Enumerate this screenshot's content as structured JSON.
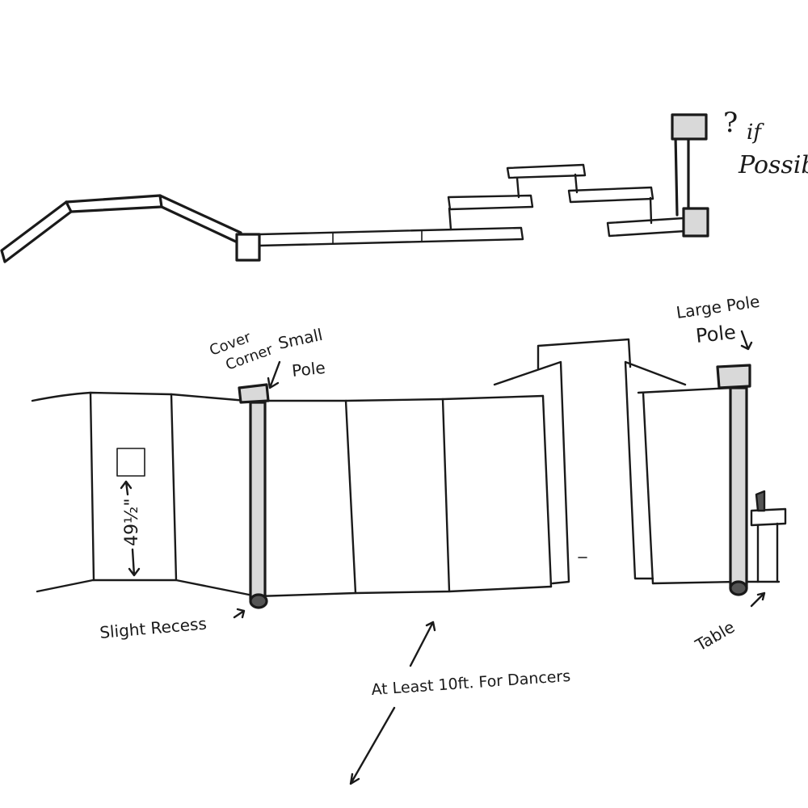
{
  "labels": {
    "if_possible_q": "?",
    "if_possible_if": "if",
    "if_possible_word": "Possible",
    "cover_corner_line1": "Cover",
    "cover_corner_line2": "Corner",
    "cover_corner_line3": "Small",
    "cover_corner_line4": "Pole",
    "large_pole_line1": "Large Pole",
    "large_pole_line2": "Pole",
    "height_measure": "49½\"",
    "slight_recess": "Slight Recess",
    "table": "Table",
    "dancers_note": "At Least 10ft. For Dancers"
  }
}
